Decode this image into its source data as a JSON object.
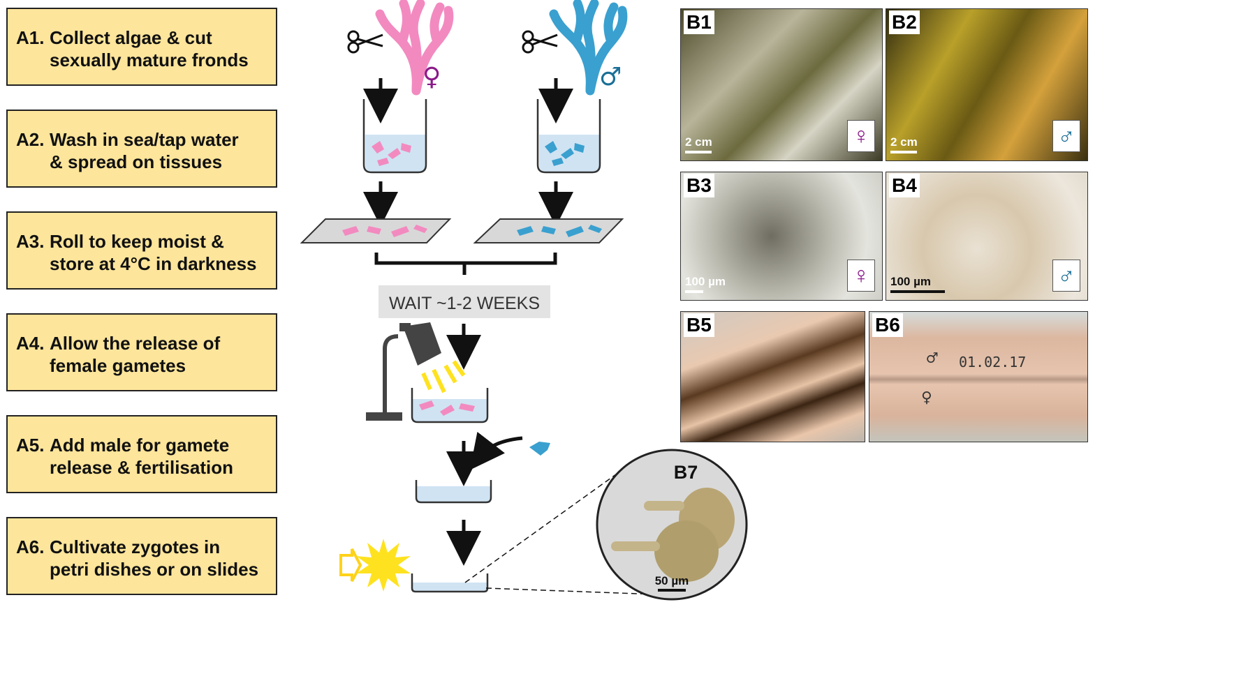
{
  "steps": [
    {
      "label": "A1.",
      "line1": "Collect algae & cut",
      "line2": "sexually mature fronds"
    },
    {
      "label": "A2.",
      "line1": "Wash in sea/tap water",
      "line2": "& spread on tissues"
    },
    {
      "label": "A3.",
      "line1": "Roll to keep moist &",
      "line2": "store at 4°C in darkness"
    },
    {
      "label": "A4.",
      "line1": "Allow the release of",
      "line2": "female gametes"
    },
    {
      "label": "A5.",
      "line1": "Add male for gamete",
      "line2": "release & fertilisation"
    },
    {
      "label": "A6.",
      "line1": "Cultivate zygotes in",
      "line2": "petri dishes or on slides"
    }
  ],
  "diagram": {
    "wait_label": "WAIT ~1-2 WEEKS",
    "female_symbol": "♀",
    "male_symbol": "♂",
    "b7_tag": "B7",
    "b7_scale": "50 µm"
  },
  "photos": [
    {
      "tag": "B1",
      "scale": "2 cm",
      "symbol": "♀"
    },
    {
      "tag": "B2",
      "scale": "2 cm",
      "symbol": "♂"
    },
    {
      "tag": "B3",
      "scale": "100 µm",
      "symbol": "♀"
    },
    {
      "tag": "B4",
      "scale": "100 µm",
      "symbol": "♂"
    },
    {
      "tag": "B5"
    },
    {
      "tag": "B6",
      "note_male": "♂",
      "note_date": "01.02.17",
      "note_female": "♀"
    }
  ],
  "colors": {
    "female": "#f28ac0",
    "male": "#3aa0cf",
    "female_symbol": "#8a1a8a",
    "male_symbol": "#1a6f96",
    "step_fill": "#fde59b",
    "water": "#cfe3f3",
    "light": "#ffe21f"
  }
}
